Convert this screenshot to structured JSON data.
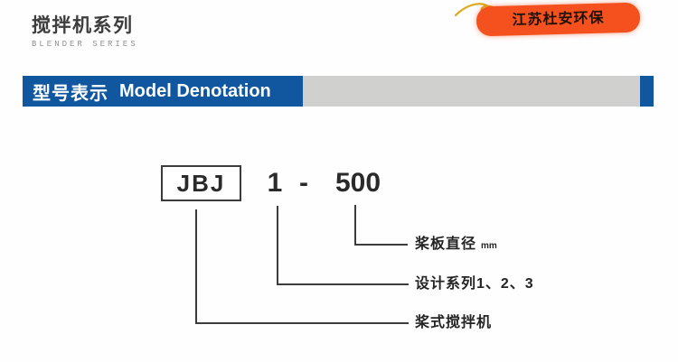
{
  "header": {
    "series_title_zh": "搅拌机系列",
    "series_title_en": "BLENDER SERIES"
  },
  "brand_badge": {
    "text": "江苏杜安环保"
  },
  "section_bar": {
    "title_zh": "型号表示",
    "title_en": "Model Denotation"
  },
  "model_diagram": {
    "model_code_boxed": "JBJ",
    "design_series_digit": "1",
    "separator": "-",
    "diameter_value": "500",
    "callouts": [
      {
        "target": "500",
        "label": "桨板直径",
        "unit": "mm"
      },
      {
        "target": "1",
        "label": "设计系列1、2、3"
      },
      {
        "target": "JBJ",
        "label": "桨式搅拌机"
      }
    ]
  },
  "colors": {
    "section_bar_blue": "#10579f",
    "section_bar_gray": "#d0d0ce",
    "badge_orange": "#f4511e",
    "swirl_yellow": "#dca81c",
    "diagram_line": "#3c3c3c"
  }
}
